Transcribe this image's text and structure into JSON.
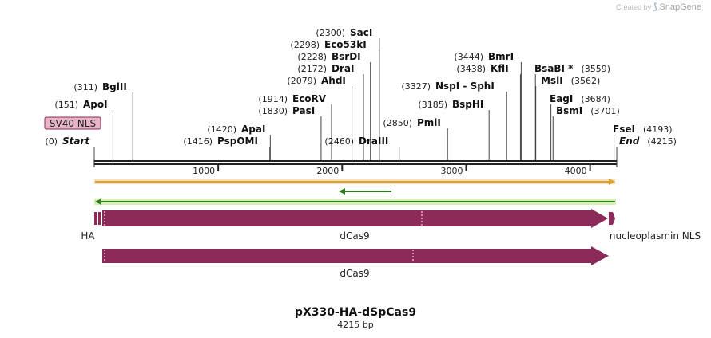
{
  "watermark": {
    "created_by": "Created by",
    "brand": "SnapGene"
  },
  "map": {
    "name": "pX330-HA-dSpCas9",
    "length_label": "4215 bp",
    "length": 4215,
    "ruler_ticks": [
      {
        "pos": 1000,
        "label": "1000"
      },
      {
        "pos": 2000,
        "label": "2000"
      },
      {
        "pos": 3000,
        "label": "3000"
      },
      {
        "pos": 4000,
        "label": "4000"
      }
    ],
    "sites": [
      {
        "pos": "(0)",
        "name": "Start",
        "site": 0,
        "italic": true
      },
      {
        "pos": "(151)",
        "name": "ApoI",
        "site": 151
      },
      {
        "pos": "(311)",
        "name": "BglII",
        "site": 311
      },
      {
        "pos": "(1416)",
        "name": "PspOMI",
        "site": 1416
      },
      {
        "pos": "(1420)",
        "name": "ApaI",
        "site": 1420
      },
      {
        "pos": "(1830)",
        "name": "PasI",
        "site": 1830
      },
      {
        "pos": "(1914)",
        "name": "EcoRV",
        "site": 1914
      },
      {
        "pos": "(2079)",
        "name": "AhdI",
        "site": 2079
      },
      {
        "pos": "(2172)",
        "name": "DraI",
        "site": 2172
      },
      {
        "pos": "(2228)",
        "name": "BsrDI",
        "site": 2228
      },
      {
        "pos": "(2298)",
        "name": "Eco53kI",
        "site": 2298
      },
      {
        "pos": "(2300)",
        "name": "SacI",
        "site": 2300
      },
      {
        "pos": "(2460)",
        "name": "DraIII",
        "site": 2460
      },
      {
        "pos": "(2850)",
        "name": "PmlI",
        "site": 2850
      },
      {
        "pos": "(3185)",
        "name": "BspHI",
        "site": 3185
      },
      {
        "pos": "(3327)",
        "name": "NspI - SphI",
        "site": 3327
      },
      {
        "pos": "(3438)",
        "name": "KflI",
        "site": 3438
      },
      {
        "pos": "(3444)",
        "name": "BmrI",
        "site": 3444
      },
      {
        "pos": "(3559)",
        "name": "BsaBI *",
        "site": 3559
      },
      {
        "pos": "(3562)",
        "name": "MslI",
        "site": 3562
      },
      {
        "pos": "(3684)",
        "name": "EagI",
        "site": 3684
      },
      {
        "pos": "(3701)",
        "name": "BsmI",
        "site": 3701
      },
      {
        "pos": "(4193)",
        "name": "FseI",
        "site": 4193
      },
      {
        "pos": "(4215)",
        "name": "End",
        "site": 4215,
        "italic": true
      }
    ],
    "features": {
      "sv40_nls": "SV40 NLS",
      "ha": "HA",
      "dcas9": "dCas9",
      "nucleoplasmin": "nucleoplasmin NLS",
      "dcas9_second": "dCas9"
    },
    "colors": {
      "feature": "#8c2b59",
      "orange_arrow": "#e3a02b",
      "green_arrow": "#2e7d1d",
      "nls_box": "#e8b4c8"
    }
  }
}
